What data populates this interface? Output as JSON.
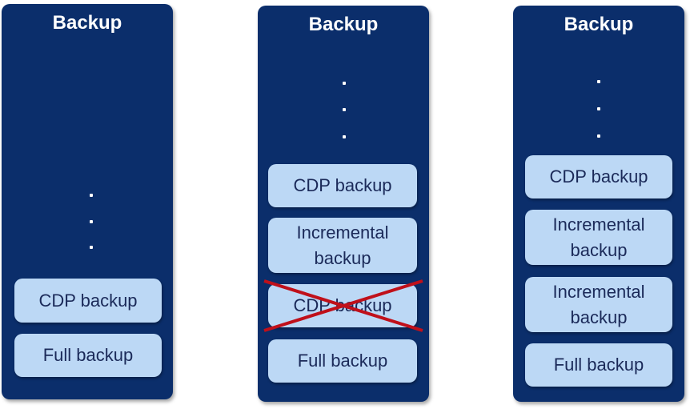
{
  "columns": [
    {
      "title": "Backup",
      "boxes": [
        "CDP backup",
        "Full backup"
      ]
    },
    {
      "title": "Backup",
      "boxes": [
        "CDP backup",
        "Incremental backup",
        "CDP backup",
        "Full backup"
      ],
      "crossed_box_index": 2
    },
    {
      "title": "Backup",
      "boxes": [
        "CDP backup",
        "Incremental backup",
        "Incremental backup",
        "Full backup"
      ]
    }
  ],
  "colors": {
    "panel": "#0b2e6b",
    "box": "#bcd8f5",
    "box_text": "#1b2a59",
    "cross": "#c0101a"
  }
}
